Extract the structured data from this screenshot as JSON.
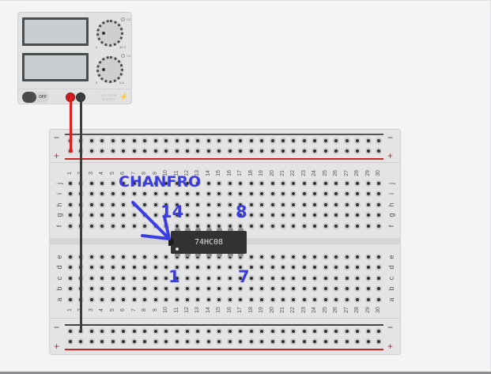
{
  "power_supply": {
    "switch_label": "OFF",
    "voltage_knob": {
      "min_label": "0",
      "max_label": "30 V",
      "led_label": "CC"
    },
    "current_knob": {
      "min_label": "0",
      "max_label": "5 A",
      "led_label": "CC"
    },
    "brand_line1": "VOLTAGE",
    "brand_line2": "SUPPLY",
    "bolt_icon": "⚡"
  },
  "breadboard": {
    "columns": [
      "1",
      "2",
      "3",
      "4",
      "5",
      "6",
      "7",
      "8",
      "9",
      "10",
      "11",
      "12",
      "13",
      "14",
      "15",
      "16",
      "17",
      "18",
      "19",
      "20",
      "21",
      "22",
      "23",
      "24",
      "25",
      "26",
      "27",
      "28",
      "29",
      "30"
    ],
    "top_rows": [
      "j",
      "i",
      "h",
      "g",
      "f"
    ],
    "bottom_rows": [
      "e",
      "d",
      "c",
      "b",
      "a"
    ],
    "rail_minus": "−",
    "rail_plus": "+",
    "colors": {
      "plus_line": "#c62828",
      "minus_line": "#333333"
    }
  },
  "chip": {
    "label": "74HC08"
  },
  "annotations": {
    "title": "CHANFRO",
    "pin14": "14",
    "pin8": "8",
    "pin1": "1",
    "pin7": "7",
    "color": "#3a3ee0"
  },
  "wires": [
    {
      "name": "red-wire",
      "color": "#e01e1e"
    },
    {
      "name": "black-wire",
      "color": "#3a3d40"
    }
  ]
}
